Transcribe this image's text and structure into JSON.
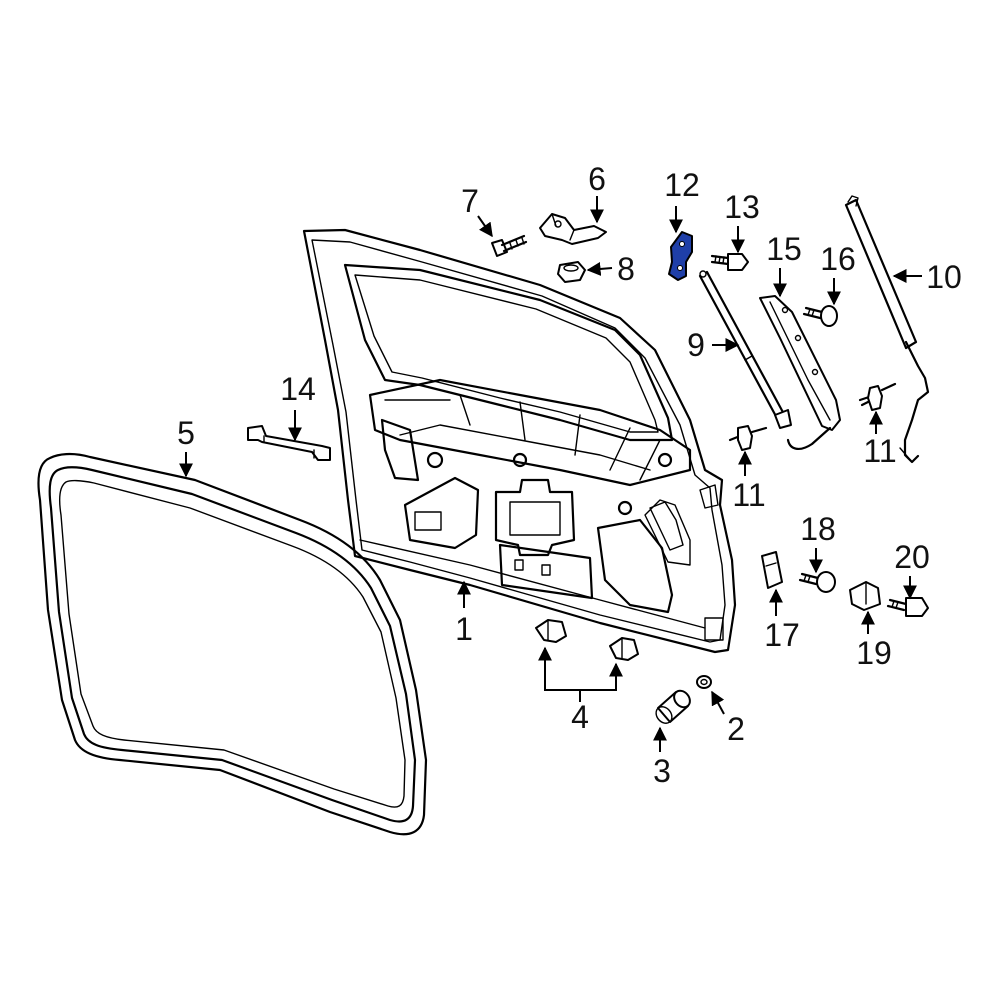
{
  "callouts": {
    "c1": "1",
    "c2": "2",
    "c3": "3",
    "c4": "4",
    "c5": "5",
    "c6": "6",
    "c7": "7",
    "c8": "8",
    "c9": "9",
    "c10": "10",
    "c11a": "11",
    "c11b": "11",
    "c12": "12",
    "c13": "13",
    "c14": "14",
    "c15": "15",
    "c16": "16",
    "c17": "17",
    "c18": "18",
    "c19": "19",
    "c20": "20"
  },
  "highlight_color": "#1f3fa8",
  "line_color": "#000000",
  "background_color": "#ffffff"
}
